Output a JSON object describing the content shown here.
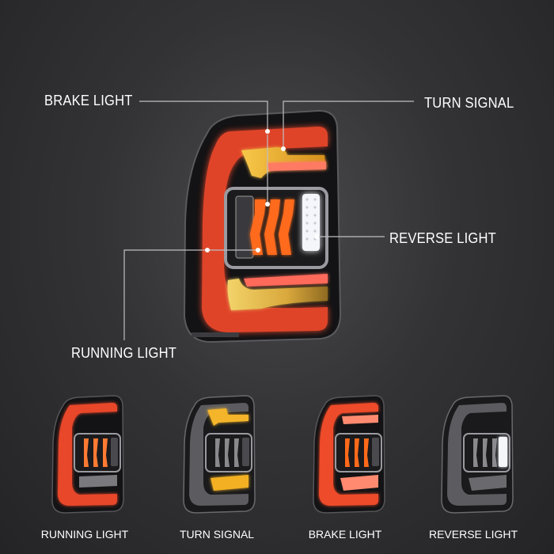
{
  "main_labels": {
    "brake": "BRAKE LIGHT",
    "turn": "TURN SIGNAL",
    "reverse": "REVERSE LIGHT",
    "running": "RUNNING LIGHT"
  },
  "thumbnails": [
    {
      "label": "RUNNING LIGHT"
    },
    {
      "label": "TURN SIGNAL"
    },
    {
      "label": "BRAKE LIGHT"
    },
    {
      "label": "REVERSE LIGHT"
    }
  ],
  "colors": {
    "red_glow": "#e84a2c",
    "amber": "#f2b024",
    "orange": "#ff6a1a",
    "white_led": "#f4f6fa",
    "housing": "#141416"
  }
}
